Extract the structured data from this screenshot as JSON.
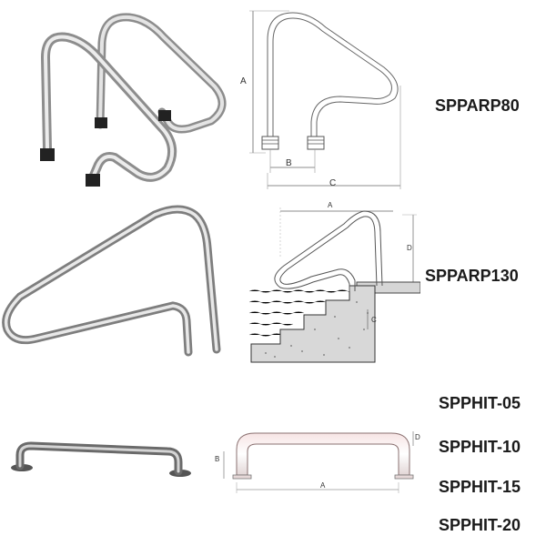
{
  "products": [
    {
      "codes": [
        "SPPARP80"
      ],
      "dims": [
        "A",
        "B",
        "C"
      ]
    },
    {
      "codes": [
        "SPPARP130"
      ],
      "dims": [
        "A",
        "D",
        "C"
      ]
    },
    {
      "codes": [
        "SPPHIT-05",
        "SPPHIT-10",
        "SPPHIT-15",
        "SPPHIT-20"
      ],
      "dims": [
        "D",
        "B",
        "A"
      ]
    }
  ],
  "colors": {
    "steel_light": "#e8e8e8",
    "steel_dark": "#7a7a7a",
    "line": "#555555",
    "text": "#1a1a1a"
  }
}
